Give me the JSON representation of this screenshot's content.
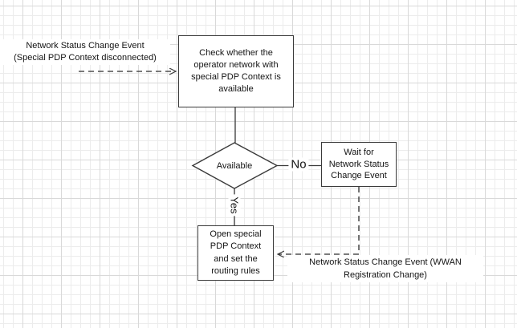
{
  "diagram": {
    "nodes": {
      "check": {
        "type": "process",
        "lines": [
          "Check whether the",
          "operator network with",
          "special PDP Context is",
          "available"
        ]
      },
      "decision": {
        "type": "decision",
        "label": "Available"
      },
      "wait": {
        "type": "process",
        "lines": [
          "Wait for",
          "Network Status",
          "Change Event"
        ]
      },
      "open": {
        "type": "process",
        "lines": [
          "Open special",
          "PDP Context",
          "and set the",
          "routing rules"
        ]
      }
    },
    "edges": {
      "no_label": "No",
      "yes_label": "Yes",
      "trigger_left": {
        "style": "dashed-arrow",
        "lines": [
          "Network Status Change Event",
          "(Special PDP Context disconnected)"
        ]
      },
      "trigger_bottom": {
        "style": "dashed-arrow",
        "lines": [
          "Network Status Change Event (WWAN",
          "Registration Change)"
        ]
      }
    },
    "colors": {
      "background": "#ffffff",
      "grid_minor": "#ececec",
      "grid_major": "#d9d9d9",
      "shape_stroke": "#3a3a3a",
      "text": "#141414"
    }
  }
}
